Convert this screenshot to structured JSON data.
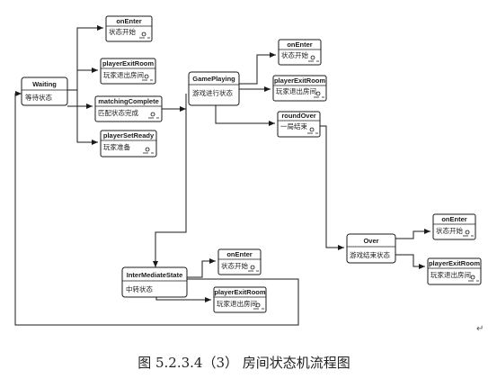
{
  "diagram": {
    "states": {
      "waiting": {
        "title": "Waiting",
        "sub": "等待状态"
      },
      "w_onenter": {
        "title": "onEnter",
        "sub": "状态开始"
      },
      "w_exit": {
        "title": "playerExitRoom",
        "sub": "玩家退出房间"
      },
      "w_match": {
        "title": "matchingComplete",
        "sub": "匹配状态完成"
      },
      "w_ready": {
        "title": "playerSetReady",
        "sub": "玩家准备"
      },
      "gameplaying": {
        "title": "GamePlaying",
        "sub": "游戏进行状态"
      },
      "g_onenter": {
        "title": "onEnter",
        "sub": "状态开始"
      },
      "g_exit": {
        "title": "playerExitRoom",
        "sub": "玩家退出房间"
      },
      "g_roundover": {
        "title": "roundOver",
        "sub": "一局结束"
      },
      "intermediate": {
        "title": "InterMediateState",
        "sub": "中转状态"
      },
      "i_onenter": {
        "title": "onEnter",
        "sub": "状态开始"
      },
      "i_exit": {
        "title": "playerExitRoom",
        "sub": "玩家退出房间"
      },
      "over": {
        "title": "Over",
        "sub": "游戏结束状态"
      },
      "o_onenter": {
        "title": "onEnter",
        "sub": "状态开始"
      },
      "o_exit": {
        "title": "playerExitRoom",
        "sub": "玩家退出房间"
      }
    }
  },
  "caption": "图 5.2.3.4（3） 房间状态机流程图",
  "return_mark": "↵"
}
